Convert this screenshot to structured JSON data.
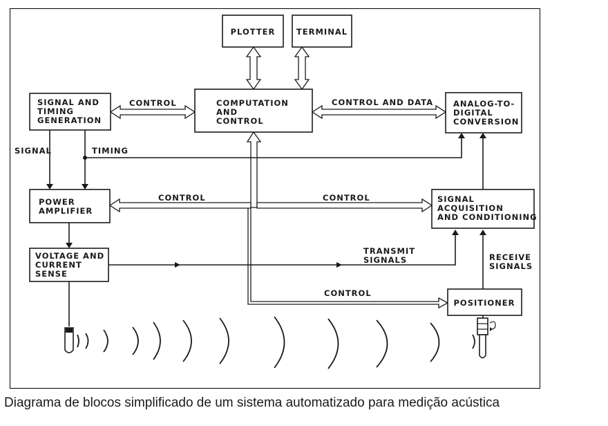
{
  "blocks": {
    "plotter": [
      "PLOTTER"
    ],
    "terminal": [
      "TERMINAL"
    ],
    "signal_timing": [
      "SIGNAL AND",
      "TIMING",
      "GENERATION"
    ],
    "computation": [
      "COMPUTATION",
      "AND",
      "CONTROL"
    ],
    "adc": [
      "ANALOG-TO-",
      "DIGITAL",
      "CONVERSION"
    ],
    "power_amp": [
      "POWER",
      "AMPLIFIER"
    ],
    "signal_acq": [
      "SIGNAL",
      "ACQUISITION",
      "AND CONDITIONING"
    ],
    "voltage_sense": [
      "VOLTAGE AND",
      "CURRENT",
      "SENSE"
    ],
    "positioner": [
      "POSITIONER"
    ]
  },
  "labels": {
    "control_top": "CONTROL",
    "control_and_data": "CONTROL AND DATA",
    "signal": "SIGNAL",
    "timing": "TIMING",
    "control_left": "CONTROL",
    "control_right": "CONTROL",
    "transmit": [
      "TRANSMIT",
      "SIGNALS"
    ],
    "receive": [
      "RECEIVE",
      "SIGNALS"
    ],
    "control_bottom": "CONTROL"
  },
  "caption": "Diagrama de blocos simplificado de um sistema automatizado para medição acústica"
}
